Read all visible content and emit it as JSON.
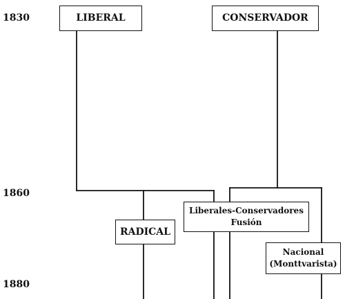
{
  "timeline": {
    "years": [
      "1830",
      "1860",
      "1880"
    ]
  },
  "parties": {
    "liberal": "LIBERAL",
    "conservador": "CONSERVADOR",
    "radical": "RADICAL",
    "fusion_line1": "Liberales-Conservadores",
    "fusion_line2": "Fusión",
    "nacional_line1": "Nacional",
    "nacional_line2": "(Monttvarista)"
  },
  "colors": {
    "line": "#111111",
    "background": "#ffffff"
  }
}
